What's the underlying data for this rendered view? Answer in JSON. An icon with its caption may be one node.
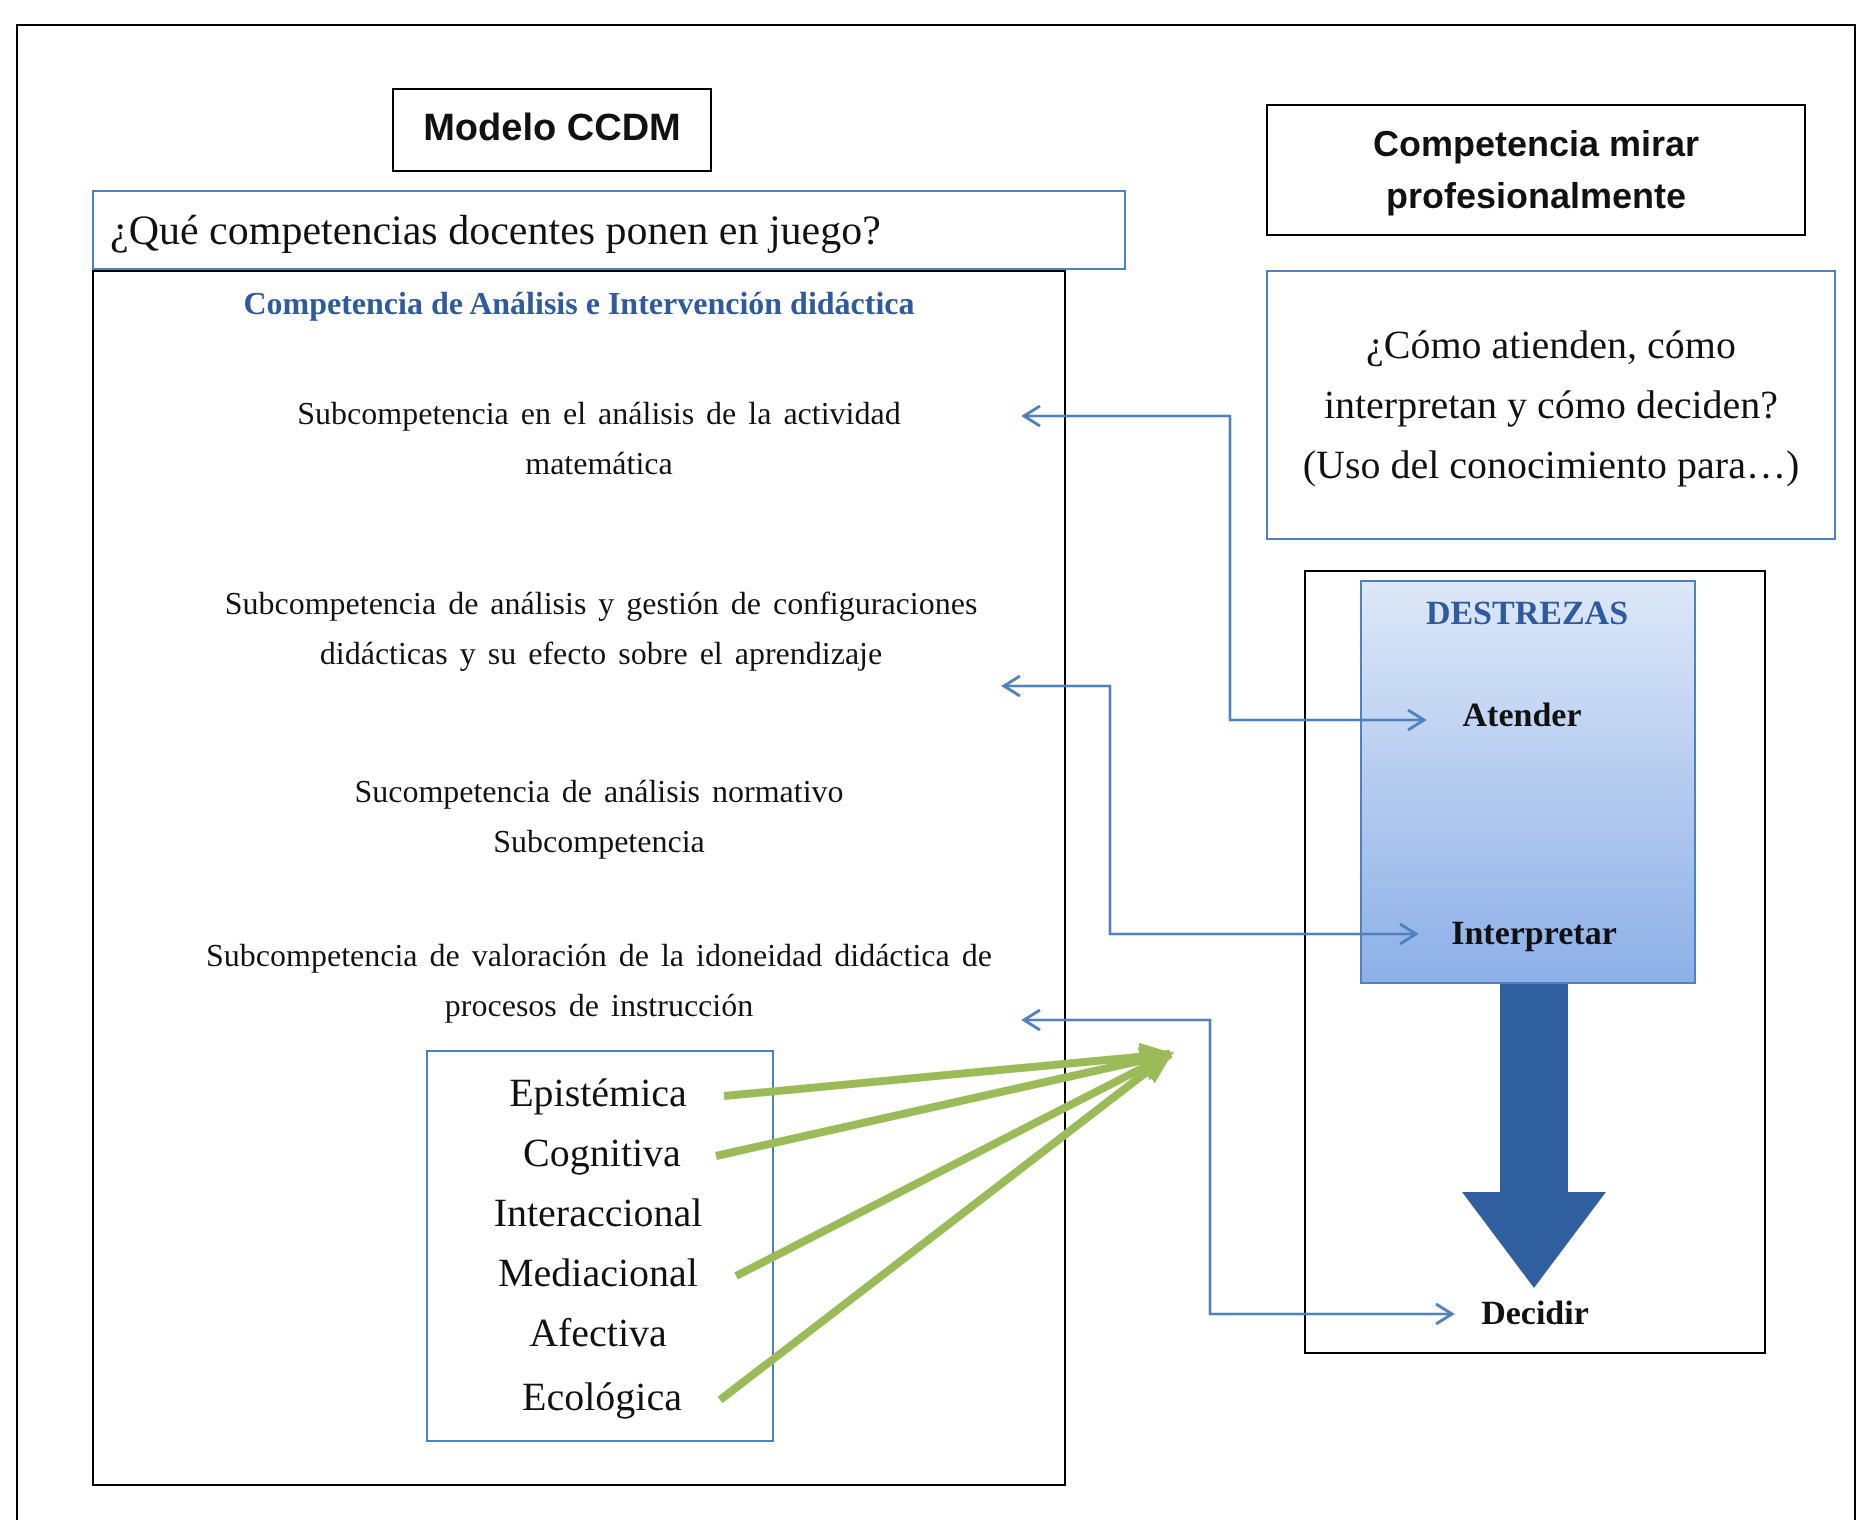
{
  "diagram": {
    "nodes": [
      {
        "text": [
          "Modelo CCDM"
        ]
      },
      {
        "text": [
          "¿Qué competencias docentes ponen en juego?"
        ]
      },
      {
        "text": [
          "Competencia de Análisis e Intervención didáctica"
        ]
      },
      {
        "text": [
          "Subcompetencia en el análisis de la actividad matemática"
        ],
        "in": 2
      },
      {
        "text": [
          "Subcompetencia de análisis y gestión de configuraciones didácticas y su efecto sobre el aprendizaje"
        ],
        "in": 2
      },
      {
        "text": [
          "Sucompetencia de análisis normativo Subcompetencia"
        ],
        "in": 2
      },
      {
        "text": [
          "Subcompetencia de valoración de la idoneidad didáctica de procesos de instrucción"
        ],
        "in": 2
      },
      {
        "text": [],
        "shape": "box",
        "in": 2
      },
      {
        "text": [
          "Epistémica"
        ],
        "in": 7
      },
      {
        "text": [
          "Cognitiva"
        ],
        "in": 7
      },
      {
        "text": [
          "Interaccional"
        ],
        "in": 7
      },
      {
        "text": [
          "Mediacional"
        ],
        "in": 7
      },
      {
        "text": [
          "Afectiva"
        ],
        "in": 7
      },
      {
        "text": [
          "Ecológica"
        ],
        "in": 7
      },
      {
        "text": [
          "Competencia mirar profesionalmente"
        ]
      },
      {
        "text": [
          "¿Cómo atienden, cómo interpretan y cómo deciden? (Uso del conocimiento para…)"
        ]
      },
      {
        "text": [],
        "shape": "box"
      },
      {
        "text": [
          "DESTREZAS"
        ],
        "in": 16
      },
      {
        "text": [
          "Atender"
        ],
        "in": 17
      },
      {
        "text": [
          "Interpretar"
        ],
        "in": 17
      },
      {
        "text": [
          "Decidir"
        ],
        "in": 16
      }
    ],
    "edges": [
      {
        "from": 3,
        "to": 18,
        "arrow": "both",
        "color": "#4f81bd"
      },
      {
        "from": 4,
        "to": 19,
        "arrow": "both",
        "color": "#4f81bd"
      },
      {
        "from": 6,
        "to": 20,
        "arrow": "both",
        "color": "#4f81bd"
      },
      {
        "from": 8,
        "to": null,
        "arrow": "to"
      },
      {
        "from": 9,
        "to": null,
        "arrow": "to"
      },
      {
        "from": 11,
        "to": null,
        "arrow": "to"
      },
      {
        "from": 13,
        "to": null,
        "arrow": "to"
      },
      {
        "from": 17,
        "to": 20,
        "arrow": "to",
        "style": "thick",
        "color": "#2f5f9e"
      }
    ]
  }
}
